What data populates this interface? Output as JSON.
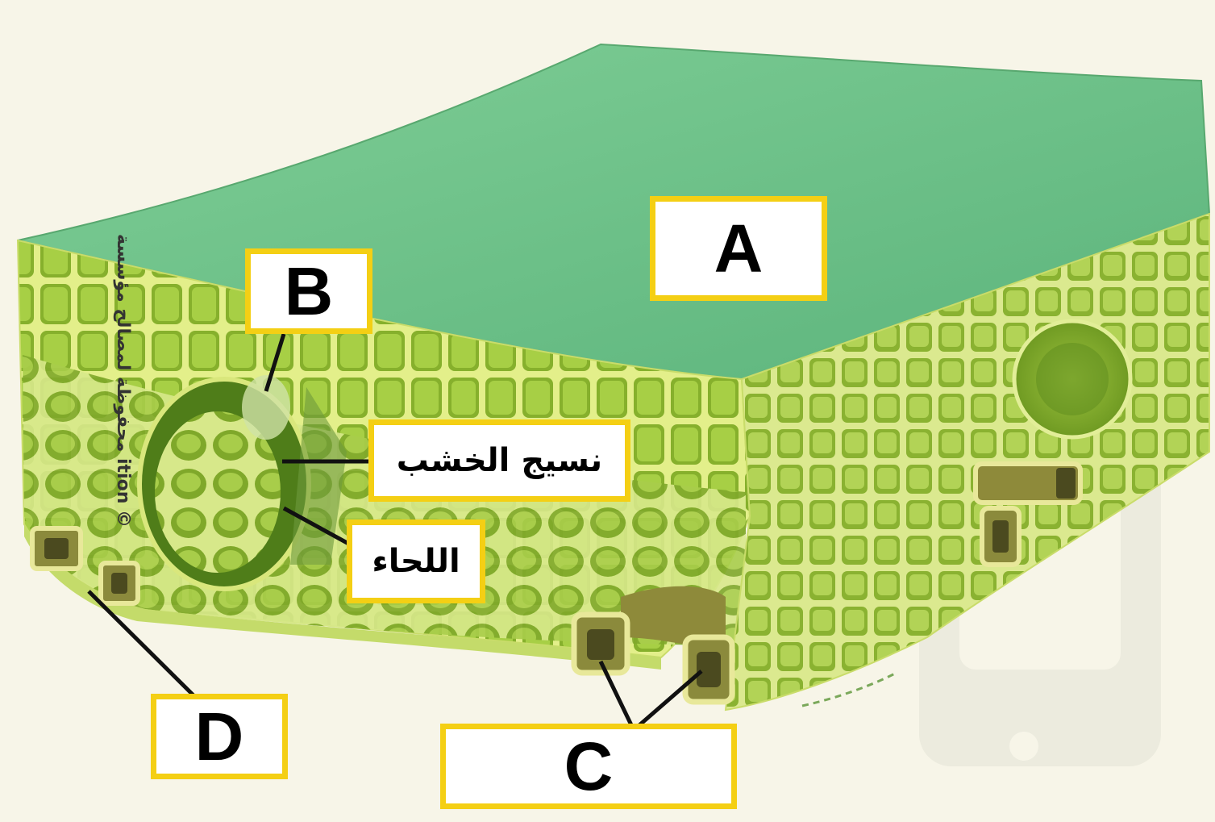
{
  "diagram": {
    "labels": {
      "a": "A",
      "b": "B",
      "c": "C",
      "d": "D",
      "xylem": "نسيج الخشب",
      "phloem": "اللحاء"
    },
    "colors": {
      "upper_surface": "#6cc28a",
      "cell_fill": "#9bc43a",
      "cell_wall": "#e3ef8a",
      "vessel": "#8b8a3c",
      "label_border": "#f4cf14",
      "background": "#f7f5e8"
    }
  },
  "watermark": {
    "side_text": "محفوظة لمصالح مؤسسة ition ©"
  }
}
